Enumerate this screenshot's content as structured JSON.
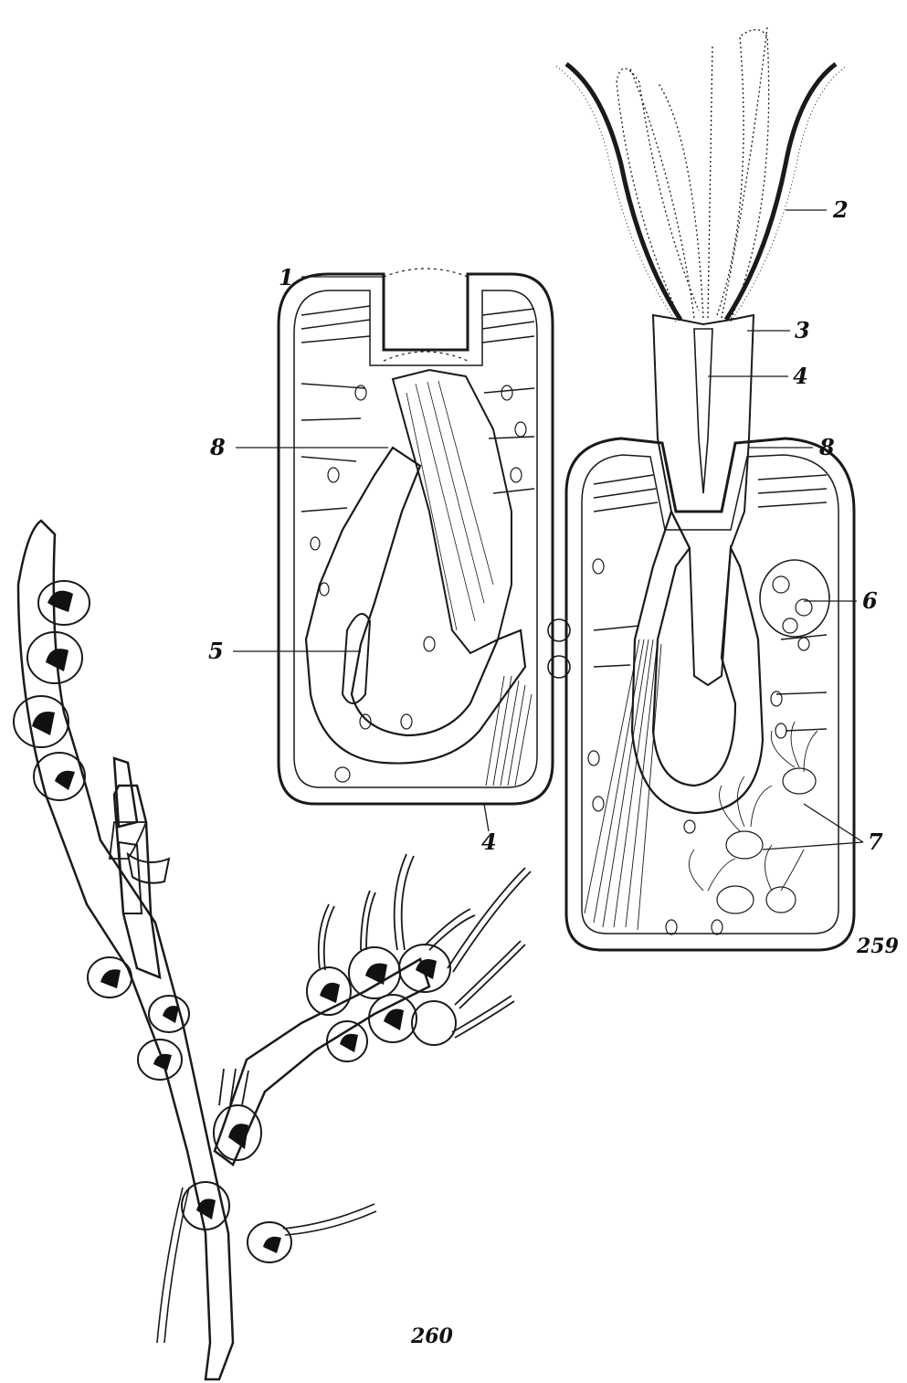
{
  "figures": {
    "fig259": {
      "number": "259"
    },
    "fig260": {
      "number": "260"
    }
  },
  "labels": {
    "l1": "1",
    "l2": "2",
    "l3": "3",
    "l4_top": "4",
    "l4_bottom": "4",
    "l5": "5",
    "l6": "6",
    "l7": "7",
    "l8_left": "8",
    "l8_right": "8"
  },
  "colors": {
    "ink": "#1a1a1a",
    "paper": "#ffffff"
  }
}
